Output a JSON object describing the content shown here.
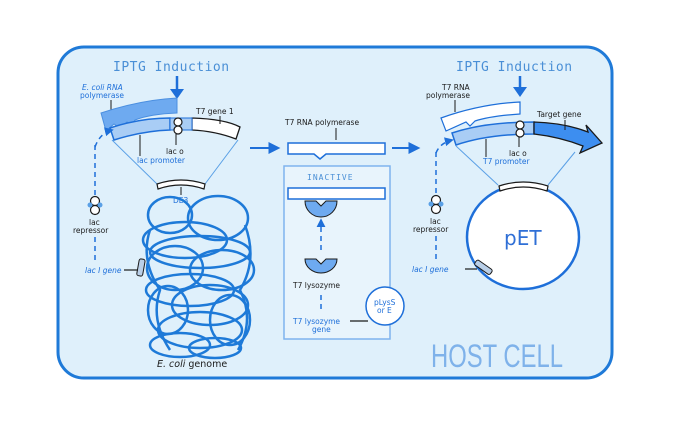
{
  "diagram": {
    "container_label": "HOST CELL",
    "colors": {
      "frame": "#1f7ad8",
      "background": "#dff0fb",
      "accent_blue": "#1e6fd9",
      "light_blue": "#7fb3ee",
      "host_text": "#7fb2ea"
    },
    "left_panel": {
      "induction_label": "IPTG Induction",
      "polymerase_label_line1": "E. coli RNA",
      "polymerase_label_line2": "polymerase",
      "gene_label": "T7 gene 1",
      "operator_label": "lac o",
      "promoter_label": "lac promoter",
      "insert_label": "DE3",
      "repressor_label_line1": "lac",
      "repressor_label_line2": "repressor",
      "laci_label": "lac I gene",
      "genome_label_italic": "E. coli",
      "genome_label_rest": " genome"
    },
    "middle_panel": {
      "polymerase_label": "T7 RNA polymerase",
      "inactive_label": "INACTIVE",
      "lysozyme_label": "T7 lysozyme",
      "lysozyme_gene_line1": "T7 lysozyme",
      "lysozyme_gene_line2": "gene",
      "plasmid_line1": "pLysS",
      "plasmid_line2": "or E"
    },
    "right_panel": {
      "induction_label": "IPTG Induction",
      "polymerase_label_line1": "T7 RNA",
      "polymerase_label_line2": "polymerase",
      "target_label": "Target gene",
      "operator_label": "lac o",
      "promoter_label": "T7 promoter",
      "repressor_label_line1": "lac",
      "repressor_label_line2": "repressor",
      "laci_label": "lac I gene",
      "plasmid_label": "pET"
    }
  }
}
